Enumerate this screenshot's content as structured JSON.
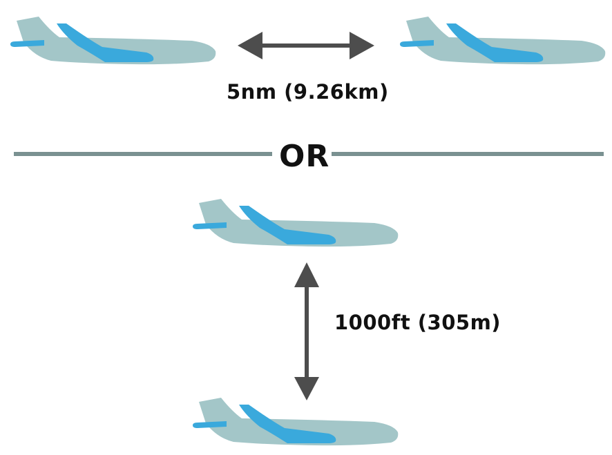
{
  "colors": {
    "plane_body": "#a3c6c8",
    "plane_wing": "#3aa9dc",
    "arrow": "#4d4d4d",
    "divider": "#7a9191",
    "text": "#111111"
  },
  "horizontal_separation": {
    "label": "5nm (9.26km)"
  },
  "divider": {
    "label": "OR"
  },
  "vertical_separation": {
    "label": "1000ft (305m)"
  },
  "icons": [
    "airplane-icon",
    "double-arrow-horizontal-icon",
    "double-arrow-vertical-icon"
  ]
}
